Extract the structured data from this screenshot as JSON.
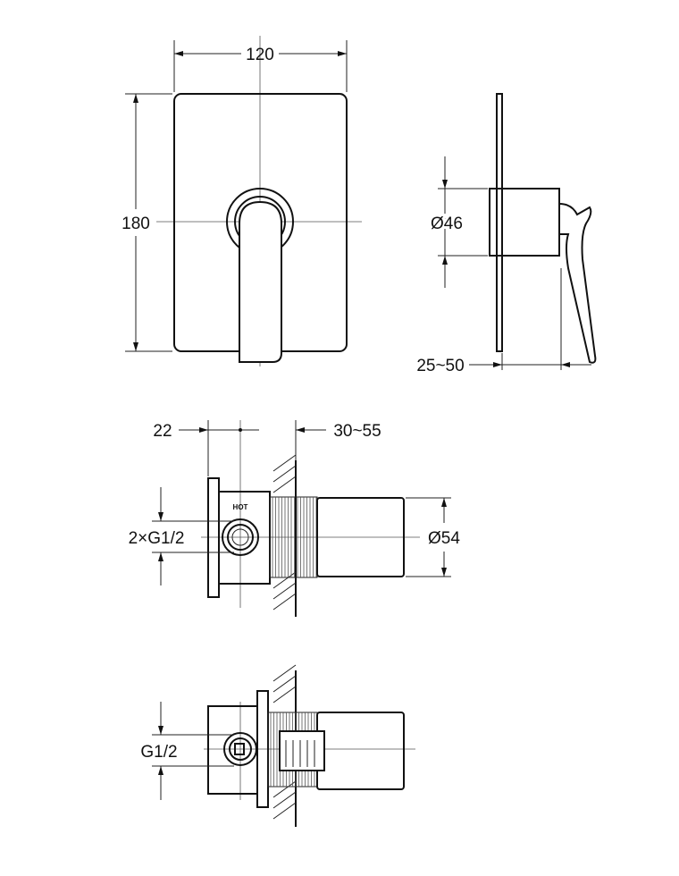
{
  "front_view": {
    "width_label": "120",
    "height_label": "180"
  },
  "side_view": {
    "diameter_label": "Ø46",
    "depth_label": "25~50"
  },
  "body_view_top": {
    "offset_label": "22",
    "wall_label": "30~55",
    "inlet_label": "2×G1/2",
    "sleeve_diameter_label": "Ø54",
    "hot_marking": "HOT"
  },
  "body_view_bottom": {
    "inlet_label": "G1/2"
  }
}
